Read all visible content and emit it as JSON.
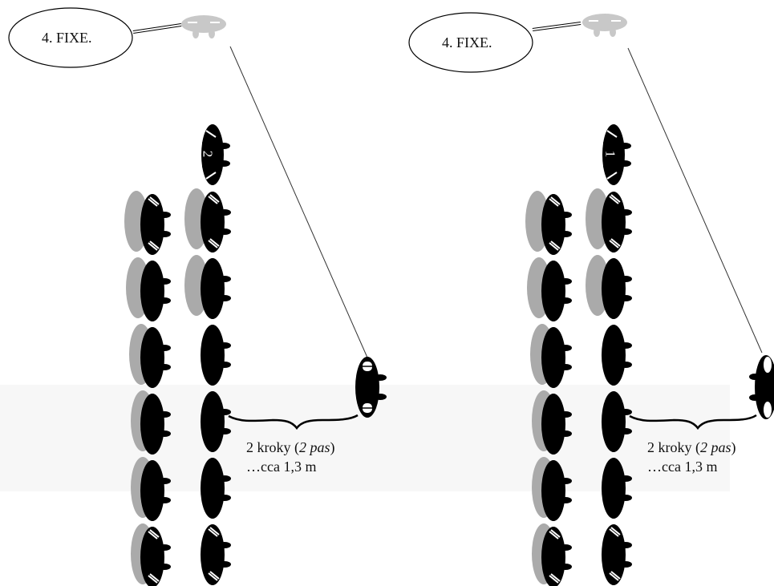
{
  "panels": [
    {
      "callout": "4. FIXE.",
      "file_number": "2",
      "distance": {
        "steps": "2 kroky",
        "paren_open": " (",
        "term": "2 pas",
        "paren_close": ")",
        "approx": "…cca 1,3 m"
      }
    },
    {
      "callout": "4. FIXE.",
      "file_number": "1",
      "distance": {
        "steps": "2 kroky",
        "paren_open": " (",
        "term": "2 pas",
        "paren_close": ")",
        "approx": "…cca 1,3 m"
      }
    }
  ],
  "colors": {
    "figure": "#000000",
    "shadow": "#aaaaaa",
    "commander": "#c8c8c8",
    "band": "#f7f7f7",
    "line": "#333333"
  }
}
